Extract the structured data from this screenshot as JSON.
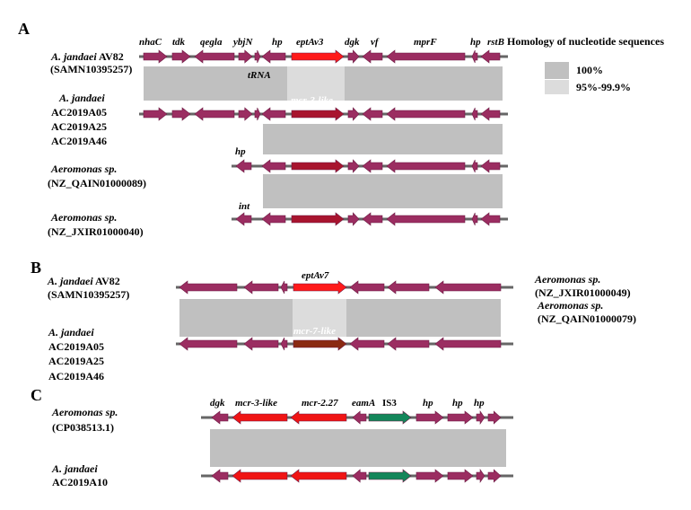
{
  "colors": {
    "gene": "#9b2d61",
    "gene_stroke": "#6d1c44",
    "eptAv3": "#ff1a1a",
    "mcr3like": "#a8142e",
    "eptAv7": "#ff1a1a",
    "mcr7like": "#8a2a12",
    "mcr_c": "#f01414",
    "is3": "#13865a",
    "backbone": "#666666",
    "homology_100": "#c0c0c0",
    "homology_95": "#dcdcdc"
  },
  "legend": {
    "title": "Homology of nucleotide sequences",
    "item_100": "100%",
    "item_95": "95%-99.9%"
  },
  "panels": {
    "A": {
      "letter": "A",
      "genes_top": [
        "nhaC",
        "tdk",
        "qegla",
        "ybjN",
        "hp",
        "eptAv3",
        "dgk",
        "vf",
        "mprF",
        "hp",
        "rstB"
      ],
      "trna": "tRNA",
      "mcr3like": "mcr-3-like",
      "hp_label": "hp",
      "int_label": "int",
      "s1_name": "A. jandaei",
      "s1_strain": "AV82",
      "s1_acc": "(SAMN10395257)",
      "s2_name": "A. jandaei",
      "s2_strains": [
        "AC2019A05",
        "AC2019A25",
        "AC2019A46"
      ],
      "s3_name": "Aeromonas sp.",
      "s3_acc": "(NZ_QAIN01000089)",
      "s4_name": "Aeromonas sp.",
      "s4_acc": "(NZ_JXIR01000040)"
    },
    "B": {
      "letter": "B",
      "eptAv7": "eptAv7",
      "mcr7like": "mcr-7-like",
      "s1_name": "A. jandaei",
      "s1_strain": "AV82",
      "s1_acc": "(SAMN10395257)",
      "s2_name": "A. jandaei",
      "s2_strains": [
        "AC2019A05",
        "AC2019A25",
        "AC2019A46"
      ],
      "right_1_name": "Aeromonas sp.",
      "right_1_acc": "(NZ_JXIR01000049)",
      "right_2_name": "Aeromonas sp.",
      "right_2_acc": "(NZ_QAIN01000079)"
    },
    "C": {
      "letter": "C",
      "genes": [
        "dgk",
        "mcr-3-like",
        "mcr-2.27",
        "eamA",
        "IS3",
        "hp",
        "hp",
        "hp"
      ],
      "s1_name": "Aeromonas sp.",
      "s1_acc": "(CP038513.1)",
      "s2_name": "A. jandaei",
      "s2_strain": "AC2019A10"
    }
  }
}
